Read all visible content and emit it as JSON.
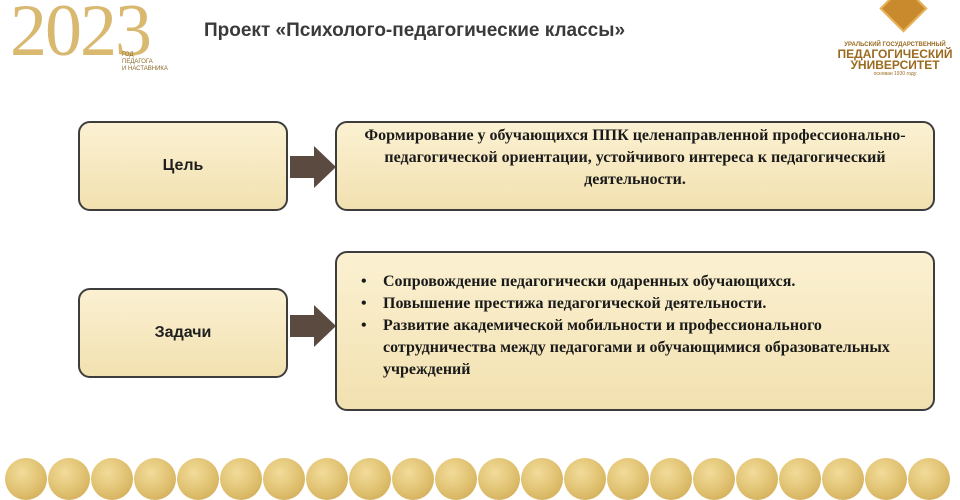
{
  "header": {
    "logo_year": "2023",
    "logo_caption": [
      "ГОД",
      "ПЕДАГОГА",
      "И НАСТАВНИКА"
    ],
    "title": "Проект «Психолого-педагогические  классы»",
    "university": {
      "line1": "УРАЛЬСКИЙ ГОСУДАРСТВЕННЫЙ",
      "line2": "ПЕДАГОГИЧЕСКИЙ",
      "line3": "УНИВЕРСИТЕТ",
      "founded": "основан 1930 году"
    }
  },
  "goal": {
    "label": "Цель",
    "text": "Формирование у обучающихся ППК целенаправленной профессионально-педагогической ориентации, устойчивого интереса к педагогический деятельности."
  },
  "tasks": {
    "label": "Задачи",
    "bullet": "•",
    "items": [
      "Сопровождение педагогически одаренных обучающихся.",
      "Повышение престижа педагогической деятельности.",
      "Развитие академической мобильности и профессионального сотрудничества между педагогами и обучающимися образовательных учреждений"
    ]
  },
  "colors": {
    "box_fill": "#f6e9c0",
    "box_border": "#3d3d3d",
    "arrow": "#5a4a40",
    "gold": "#d9b870"
  }
}
